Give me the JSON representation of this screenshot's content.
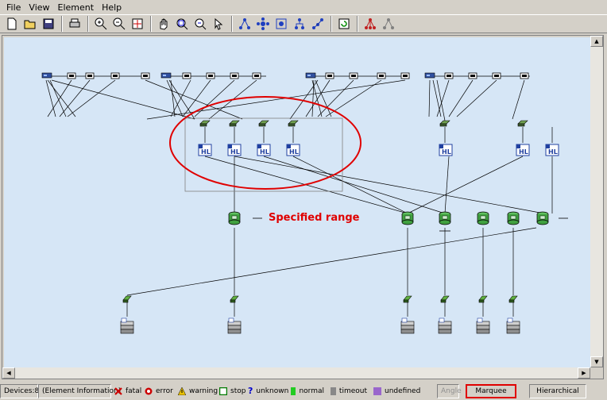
{
  "menu": [
    {
      "label": "File"
    },
    {
      "label": "View"
    },
    {
      "label": "Element"
    },
    {
      "label": "Help"
    }
  ],
  "toolbar": {
    "icons": [
      "new-icon",
      "open-icon",
      "save-icon",
      "print-icon",
      "zoom-in-icon",
      "zoom-out-icon",
      "fit-icon",
      "hand-icon",
      "zoom-area-icon",
      "zoom-select-icon",
      "pointer-icon",
      "layout-1-icon",
      "layout-2-icon",
      "layout-3-icon",
      "layout-4-icon",
      "layout-5-icon",
      "refresh-icon",
      "tree-1-icon",
      "tree-2-icon"
    ]
  },
  "canvas": {
    "annotation_label": "Specified range",
    "annotation_color": "#e00000",
    "line_color": "#000000",
    "background": "#d6e6f6"
  },
  "status": {
    "devices": "Devices:8",
    "element_info": "(Element Information)",
    "legend": [
      {
        "label": "fatal",
        "icon": "red-x-icon",
        "color": "#cc0000"
      },
      {
        "label": "error",
        "icon": "error-circle-icon",
        "color": "#cc0000"
      },
      {
        "label": "warning",
        "icon": "warning-triangle-icon",
        "color": "#e8c000"
      },
      {
        "label": "stop",
        "icon": "stop-square-icon",
        "color": "#007a00"
      },
      {
        "label": "unknown",
        "icon": "question-icon",
        "color": "#0000cc"
      },
      {
        "label": "normal",
        "icon": "normal-square-icon",
        "color": "#22cc22"
      },
      {
        "label": "timeout",
        "icon": "timeout-square-icon",
        "color": "#888888"
      },
      {
        "label": "undefined",
        "icon": "undefined-square-icon",
        "color": "#9966cc"
      }
    ],
    "angle": "Angle",
    "marquee": "Marquee",
    "hierarchical": "Hierarchical"
  }
}
